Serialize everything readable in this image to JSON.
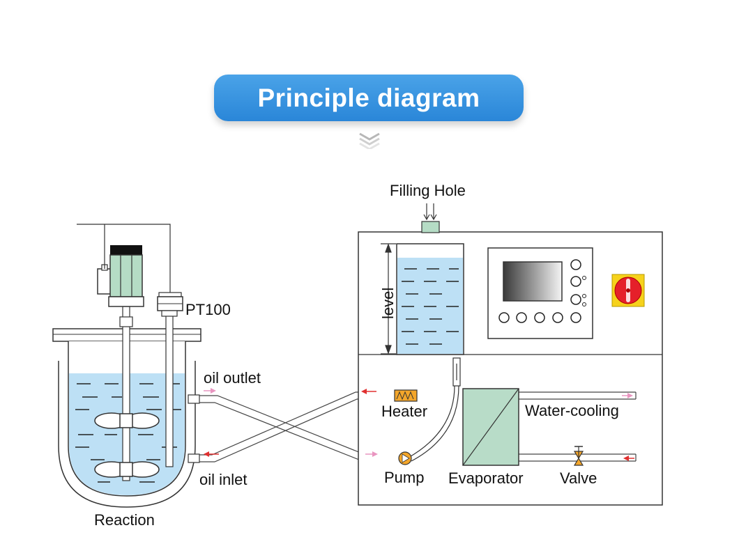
{
  "title": "Principle diagram",
  "labels": {
    "filling_hole": "Filling Hole",
    "pt100": "PT100",
    "level": "level",
    "oil_outlet": "oil outlet",
    "oil_inlet": "oil inlet",
    "heater": "Heater",
    "water_cooling": "Water-cooling",
    "pump": "Pump",
    "evaporator": "Evaporator",
    "valve": "Valve",
    "reaction": "Reaction"
  },
  "colors": {
    "title_bg": "#3396e0",
    "liquid": "#bde0f5",
    "evaporator": "#b8dcc8",
    "motor": "#b5dcc5",
    "heater": "#f4a62a",
    "pump": "#f4a62a",
    "valve": "#f4a62a",
    "switch_red": "#e5202a",
    "switch_yellow": "#f6d21c",
    "arrow_red": "#e03030",
    "arrow_pink": "#e995c0"
  },
  "icons": {
    "chevron": "chevron-down-icon",
    "switch": "rotary-switch-icon"
  }
}
